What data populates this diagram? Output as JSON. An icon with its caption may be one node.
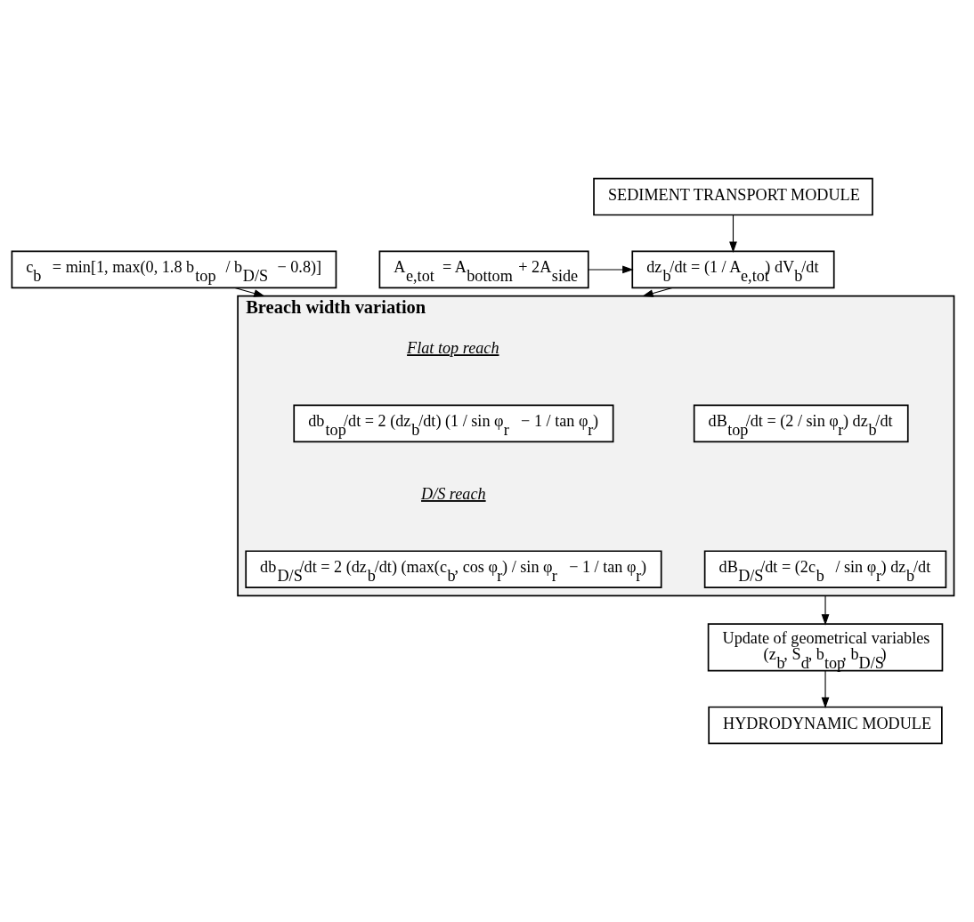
{
  "diagram": {
    "nodes": [
      {
        "text": [
          "SEDIMENT TRANSPORT MODULE"
        ]
      },
      {
        "text": [
          "c$_{b}$ = min[1, max(0, 1.8 b$_{top}$ / b$_{D/S}$ − 0.8)]"
        ]
      },
      {
        "text": [
          "dz$_{b}$/dt = (1 / A$_{e,tot}$) dV$_{b}$/dt"
        ]
      },
      {
        "text": [
          "A$_{e,tot}$ = A$_{bottom}$ + 2A$_{side}$"
        ]
      },
      {
        "text": [
          "Breach width variation"
        ]
      },
      {
        "text": [
          "db$_{top}$/dt = 2 (dz$_{b}$/dt) (1 / sin φ$_{r}$ − 1 / tan φ$_{r}$)"
        ],
        "in": 4
      },
      {
        "text": [
          "dB$_{top}$/dt = (2 / sin φ$_{r}$) dz$_{b}$/dt"
        ],
        "in": 4
      },
      {
        "text": [
          "db$_{D/S}$/dt = 2 (dz$_{b}$/dt) (max(c$_{b}$, cos φ$_{r}$) / sin φ$_{r}$ − 1 / tan φ$_{r}$)"
        ],
        "in": 4
      },
      {
        "text": [
          "dB$_{D/S}$/dt = (2c$_{b}$ / sin φ$_{r}$) dz$_{b}$/dt"
        ],
        "in": 4
      },
      {
        "text": [
          "Update of geometrical variables",
          "(z$_{b}$, S$_{d}$, b$_{top}$, b$_{D/S}$)"
        ]
      },
      {
        "text": [
          "HYDRODYNAMIC MODULE"
        ]
      }
    ],
    "edges": [
      {
        "from": 0,
        "to": 2,
        "arrow": "to"
      },
      {
        "from": 3,
        "to": 2,
        "arrow": "to"
      },
      {
        "from": 2,
        "to": 4,
        "arrow": "to"
      },
      {
        "from": 1,
        "to": 4,
        "arrow": "to"
      },
      {
        "from": 4,
        "to": 9,
        "arrow": "to"
      },
      {
        "from": 9,
        "to": 10,
        "arrow": "to"
      }
    ],
    "labels": [
      "Flat top reach",
      "D/S reach"
    ]
  }
}
